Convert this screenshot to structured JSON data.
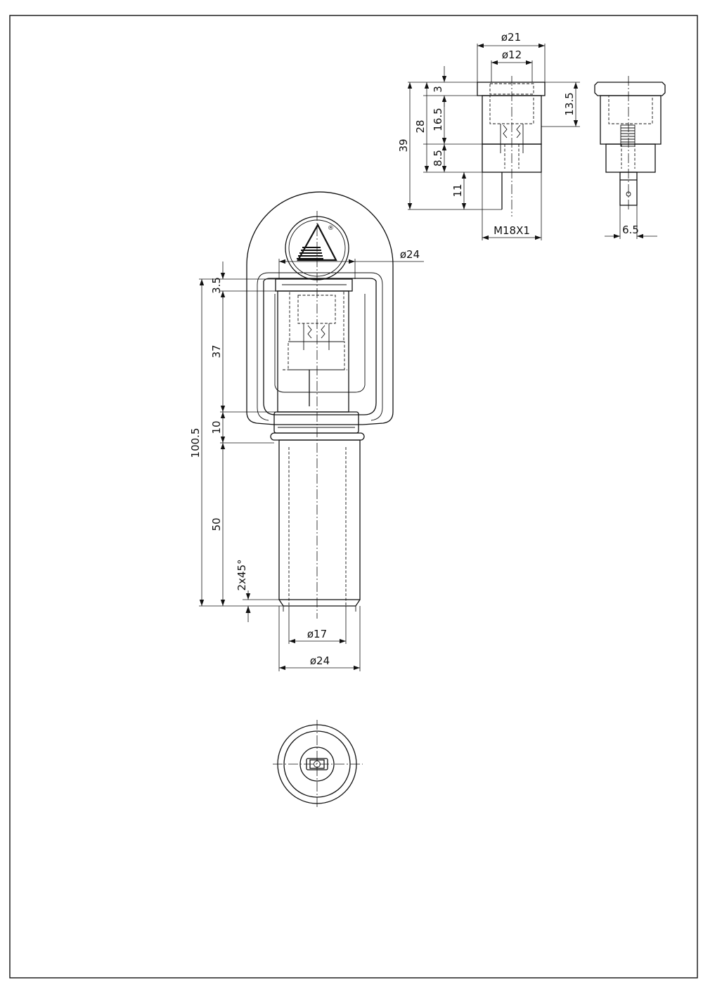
{
  "drawing": {
    "views": {
      "top_front": [
        "ø21",
        "ø12",
        "3",
        "13.5",
        "16.5",
        "28",
        "39",
        "8.5",
        "11",
        "M18X1"
      ],
      "top_side": [
        "6.5"
      ],
      "main": [
        "ø24",
        "3.5",
        "37",
        "10",
        "100.5",
        "50",
        "2x45°",
        "ø17",
        "ø24"
      ]
    },
    "logo": {
      "mark": "®"
    }
  }
}
